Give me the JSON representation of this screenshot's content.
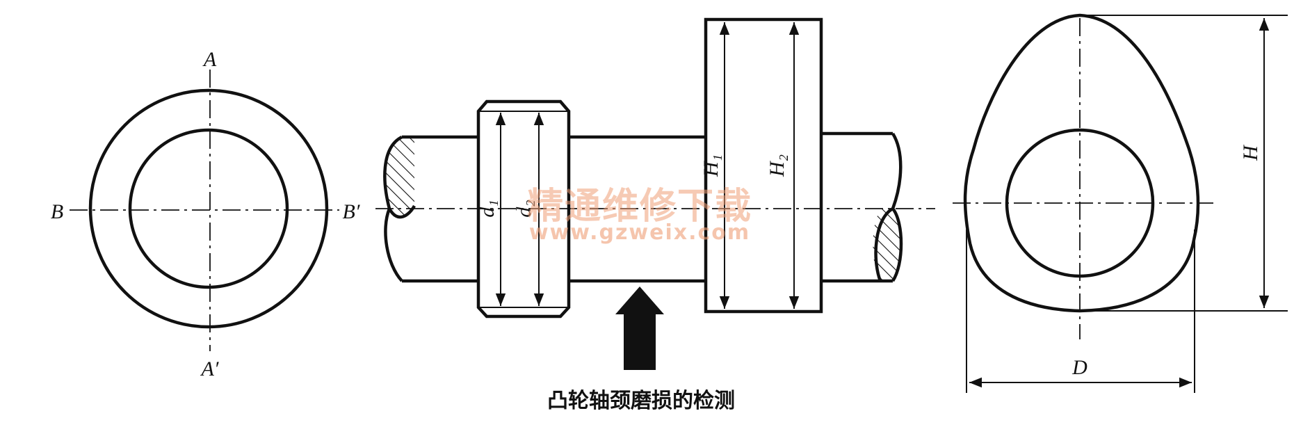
{
  "labels": {
    "a_top": "A",
    "a_bottom": "A′",
    "b_left": "B",
    "b_right": "B′",
    "d1": "d₁",
    "d2": "d₂",
    "h1": "H₁",
    "h2": "H₂",
    "h": "H",
    "d": "D"
  },
  "caption": "凸轮轴颈磨损的检测",
  "watermark": {
    "title": "精通维修下载",
    "url": "www.gzweix.com"
  },
  "colors": {
    "line": "#111111",
    "watermark": "#f0a078"
  }
}
